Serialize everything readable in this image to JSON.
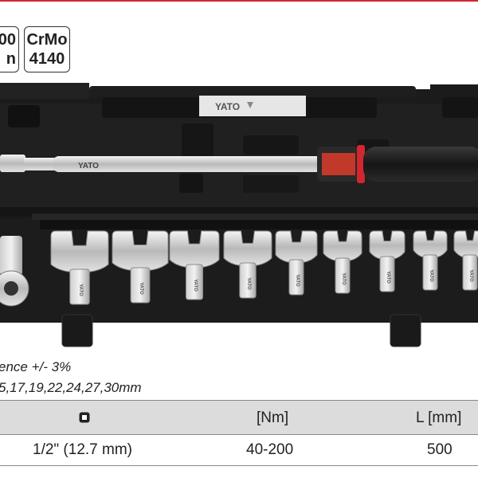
{
  "badges": {
    "torque": {
      "line1": "00",
      "line2": "n"
    },
    "material": {
      "line1": "CrMo",
      "line2": "4140"
    }
  },
  "case": {
    "lid_brand": "YATO",
    "wrench_brand": "YATO",
    "head_brand": "YATO"
  },
  "specs": {
    "tolerance": "ence +/- 3%",
    "sizes": "5,17,19,22,24,27,30mm"
  },
  "table": {
    "headers": {
      "drive_icon": "square-drive-icon",
      "torque": "[Nm]",
      "length": "L [mm]"
    },
    "row": {
      "drive": "1/2\" (12.7 mm)",
      "torque": "40-200",
      "length": "500"
    }
  },
  "colors": {
    "accent": "#d22630",
    "case": "#1a1a1a",
    "table_header": "#dcdcdc"
  }
}
